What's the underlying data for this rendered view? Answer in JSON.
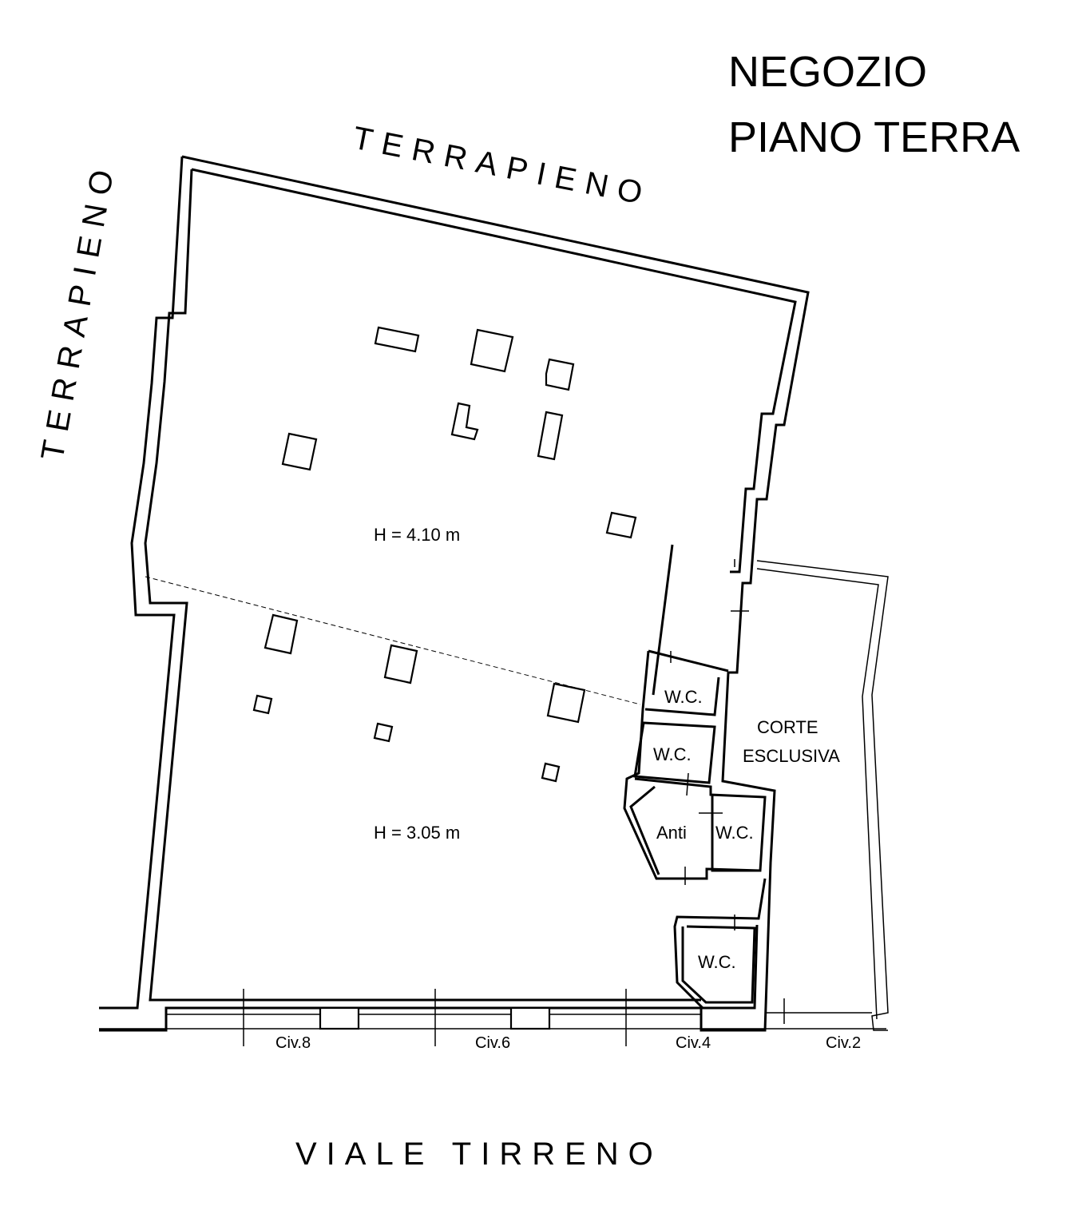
{
  "title": {
    "line1": "NEGOZIO",
    "line2": "PIANO TERRA"
  },
  "labels": {
    "terrapieno_top": "TERRAPIENO",
    "terrapieno_left": "TERRAPIENO",
    "street": "VIALE TIRRENO",
    "height_upper": "H = 4.10 m",
    "height_lower": "H = 3.05 m",
    "court_line1": "CORTE",
    "court_line2": "ESCLUSIVA"
  },
  "rooms": {
    "wc1": "W.C.",
    "wc2": "W.C.",
    "anti": "Anti",
    "wc3": "W.C.",
    "wc4": "W.C."
  },
  "civici": {
    "civ8": "Civ.8",
    "civ6": "Civ.6",
    "civ4": "Civ.4",
    "civ2": "Civ.2"
  }
}
